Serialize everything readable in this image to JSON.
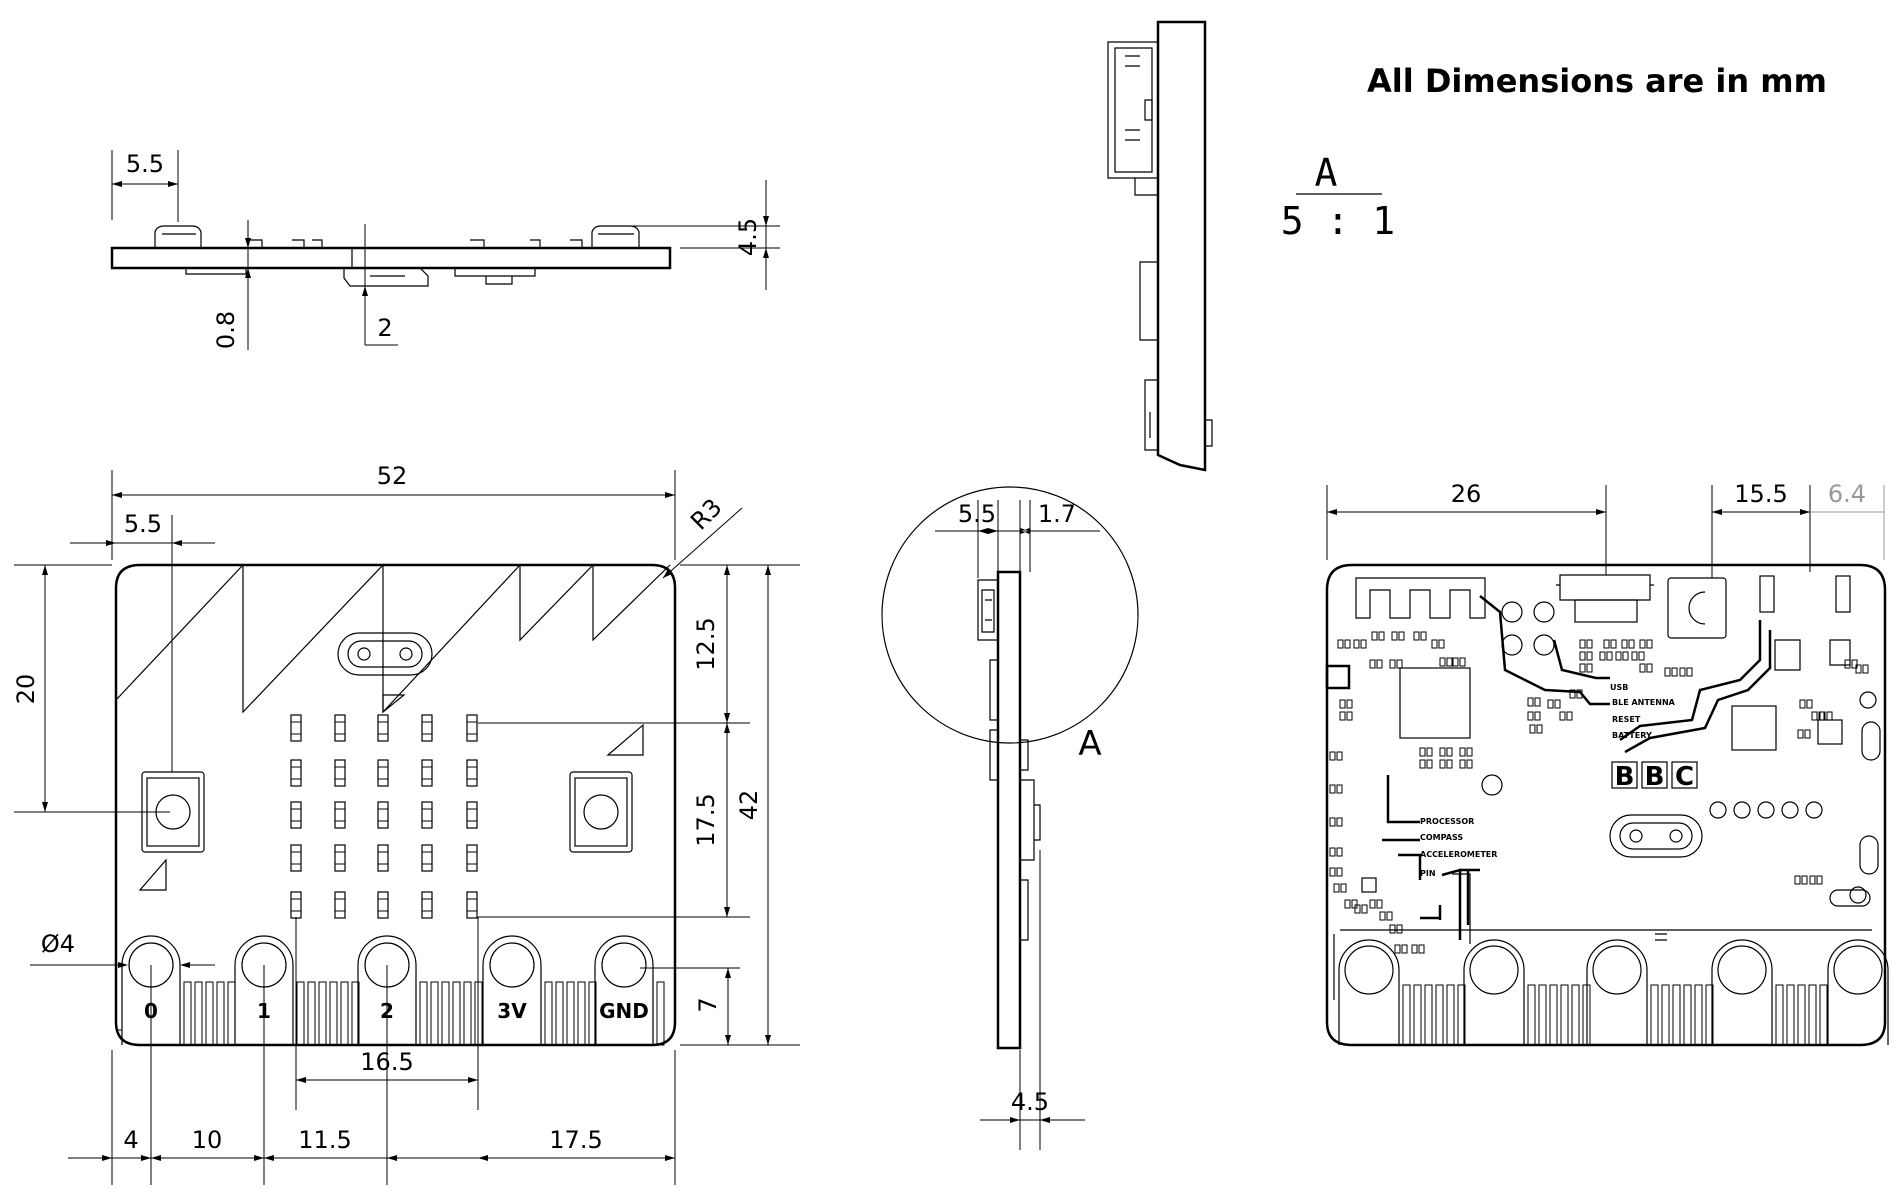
{
  "note": "All Dimensions are in mm",
  "scale_label": {
    "view": "A",
    "ratio": "5 : 1"
  },
  "detail_label": "A",
  "silkscreen": {
    "usb": "USB",
    "ble": "BLE ANTENNA",
    "reset": "RESET",
    "battery": "BATTERY",
    "processor": "PROCESSOR",
    "compass": "COMPASS",
    "accelerometer": "ACCELEROMETER",
    "pin": "PIN",
    "bbc": [
      "B",
      "B",
      "C"
    ]
  },
  "pins": [
    "0",
    "1",
    "2",
    "3V",
    "GND"
  ],
  "dimensions": {
    "top": {
      "d5_5": "5.5",
      "d4_5": "4.5",
      "d0_8": "0.8",
      "d2": "2"
    },
    "front": {
      "width": "52",
      "radius": "R3",
      "d5_5": "5.5",
      "d20": "20",
      "d12_5": "12.5",
      "d17_5": "17.5",
      "d42": "42",
      "dia4": "Ø4",
      "d7": "7",
      "d16_5": "16.5",
      "d4": "4",
      "d10": "10",
      "d11_5": "11.5",
      "d17_5_bottom": "17.5"
    },
    "side": {
      "d5_5": "5.5",
      "d1_7": "1.7",
      "d4_5": "4.5"
    },
    "back": {
      "d26": "26",
      "d15_5": "15.5",
      "d6_4": "6.4"
    }
  }
}
